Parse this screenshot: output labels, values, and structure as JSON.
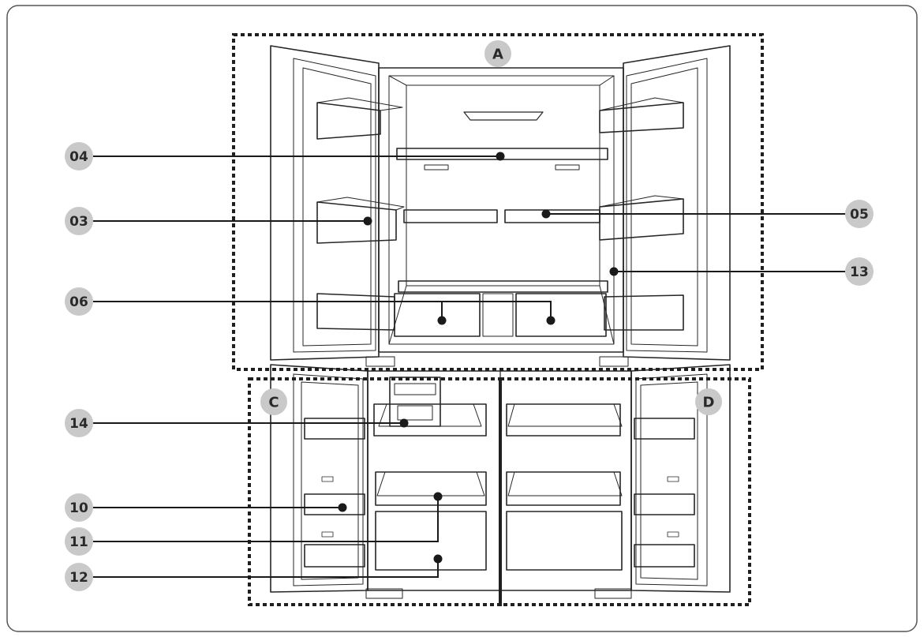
{
  "diagram": {
    "colors": {
      "badge": "#c9c9c9",
      "line": "#1a1a1a",
      "frame": "#555555",
      "dotted": "#1f1f1f",
      "drawing": "#262626"
    },
    "zones": [
      {
        "id": "zone-a",
        "label": "A"
      },
      {
        "id": "zone-c",
        "label": "C"
      },
      {
        "id": "zone-d",
        "label": "D"
      }
    ],
    "callouts": [
      {
        "id": "04",
        "label": "04"
      },
      {
        "id": "03",
        "label": "03"
      },
      {
        "id": "06",
        "label": "06"
      },
      {
        "id": "14",
        "label": "14"
      },
      {
        "id": "10",
        "label": "10"
      },
      {
        "id": "11",
        "label": "11"
      },
      {
        "id": "12",
        "label": "12"
      },
      {
        "id": "05",
        "label": "05"
      },
      {
        "id": "13",
        "label": "13"
      }
    ]
  }
}
